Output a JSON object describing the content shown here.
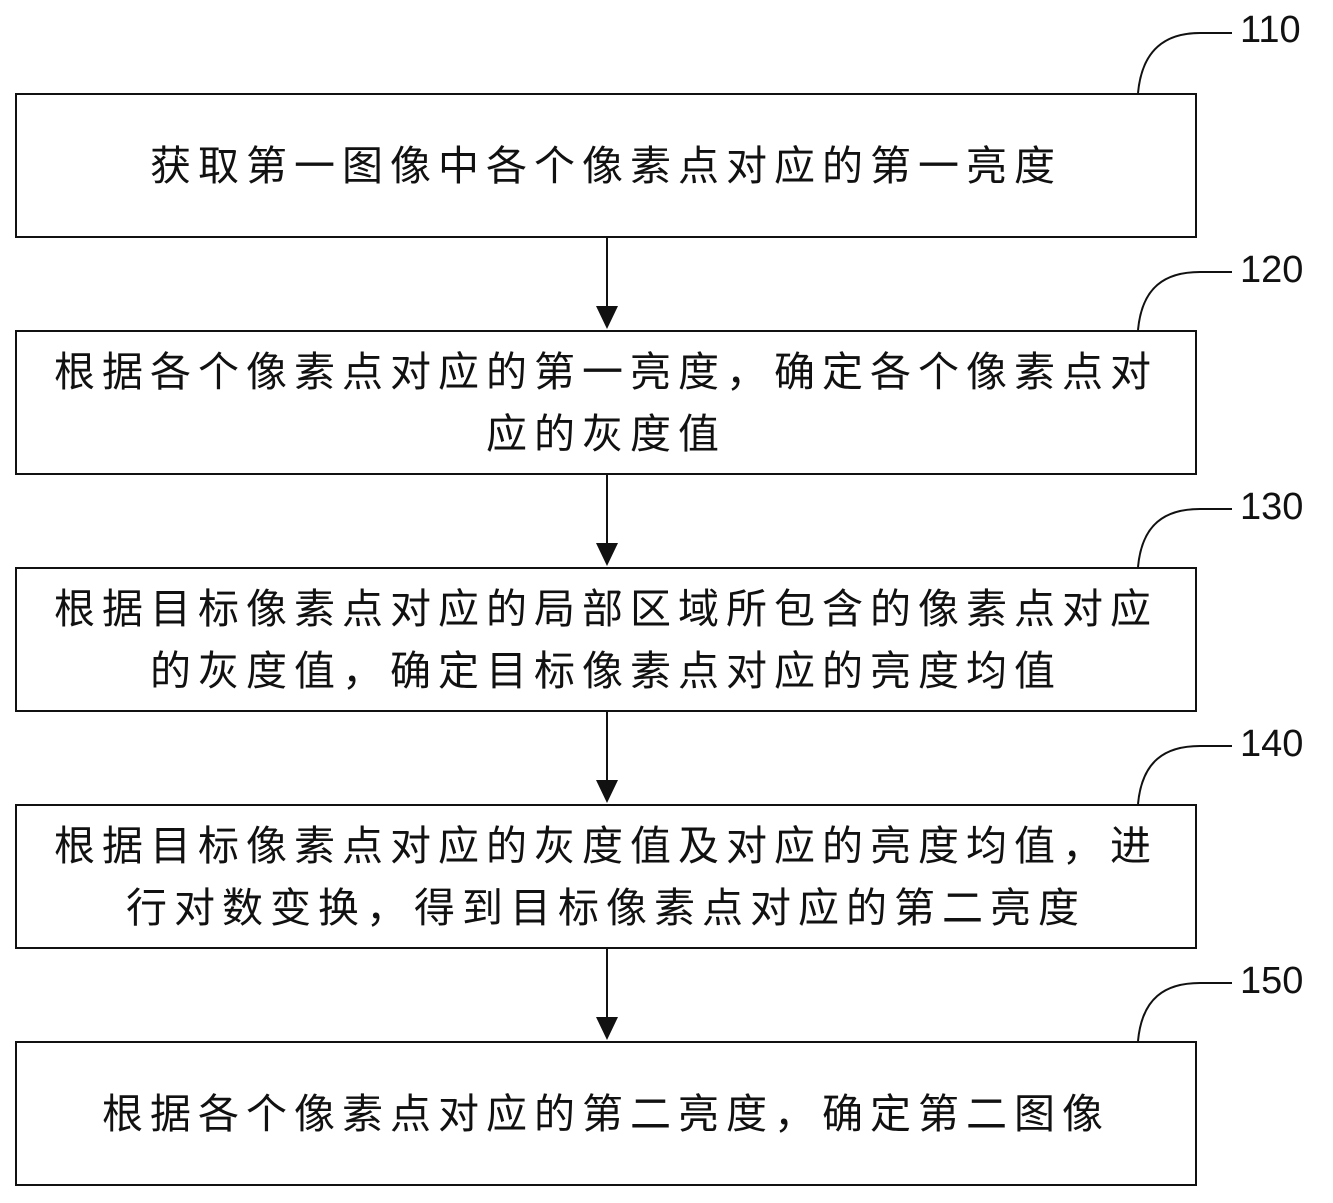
{
  "steps": [
    {
      "ref": "110",
      "text": "获取第一图像中各个像素点对应的第一亮度"
    },
    {
      "ref": "120",
      "text": "根据各个像素点对应的第一亮度，确定各个像素点对应的灰度值"
    },
    {
      "ref": "130",
      "text": "根据目标像素点对应的局部区域所包含的像素点对应的灰度值，确定目标像素点对应的亮度均值"
    },
    {
      "ref": "140",
      "text": "根据目标像素点对应的灰度值及对应的亮度均值，进行对数变换，得到目标像素点对应的第二亮度"
    },
    {
      "ref": "150",
      "text": "根据各个像素点对应的第二亮度，确定第二图像"
    }
  ],
  "colors": {
    "line": "#111111",
    "background": "#ffffff"
  }
}
